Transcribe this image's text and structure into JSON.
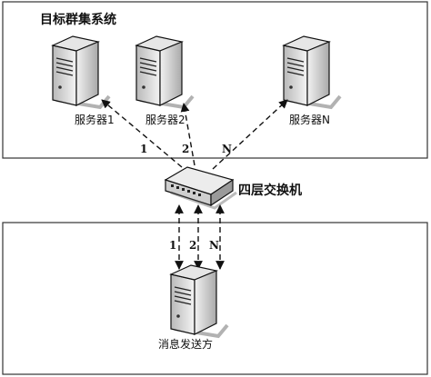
{
  "target_cluster": {
    "title": "目标群集系统",
    "servers": [
      {
        "label": "服务器1"
      },
      {
        "label": "服务器2"
      },
      {
        "label": "服务器N"
      }
    ]
  },
  "switch": {
    "label": "四层交换机"
  },
  "sender": {
    "label": "消息发送方"
  },
  "links_top": [
    "1",
    "2",
    "N"
  ],
  "links_bottom": [
    "1",
    "2",
    "N"
  ]
}
